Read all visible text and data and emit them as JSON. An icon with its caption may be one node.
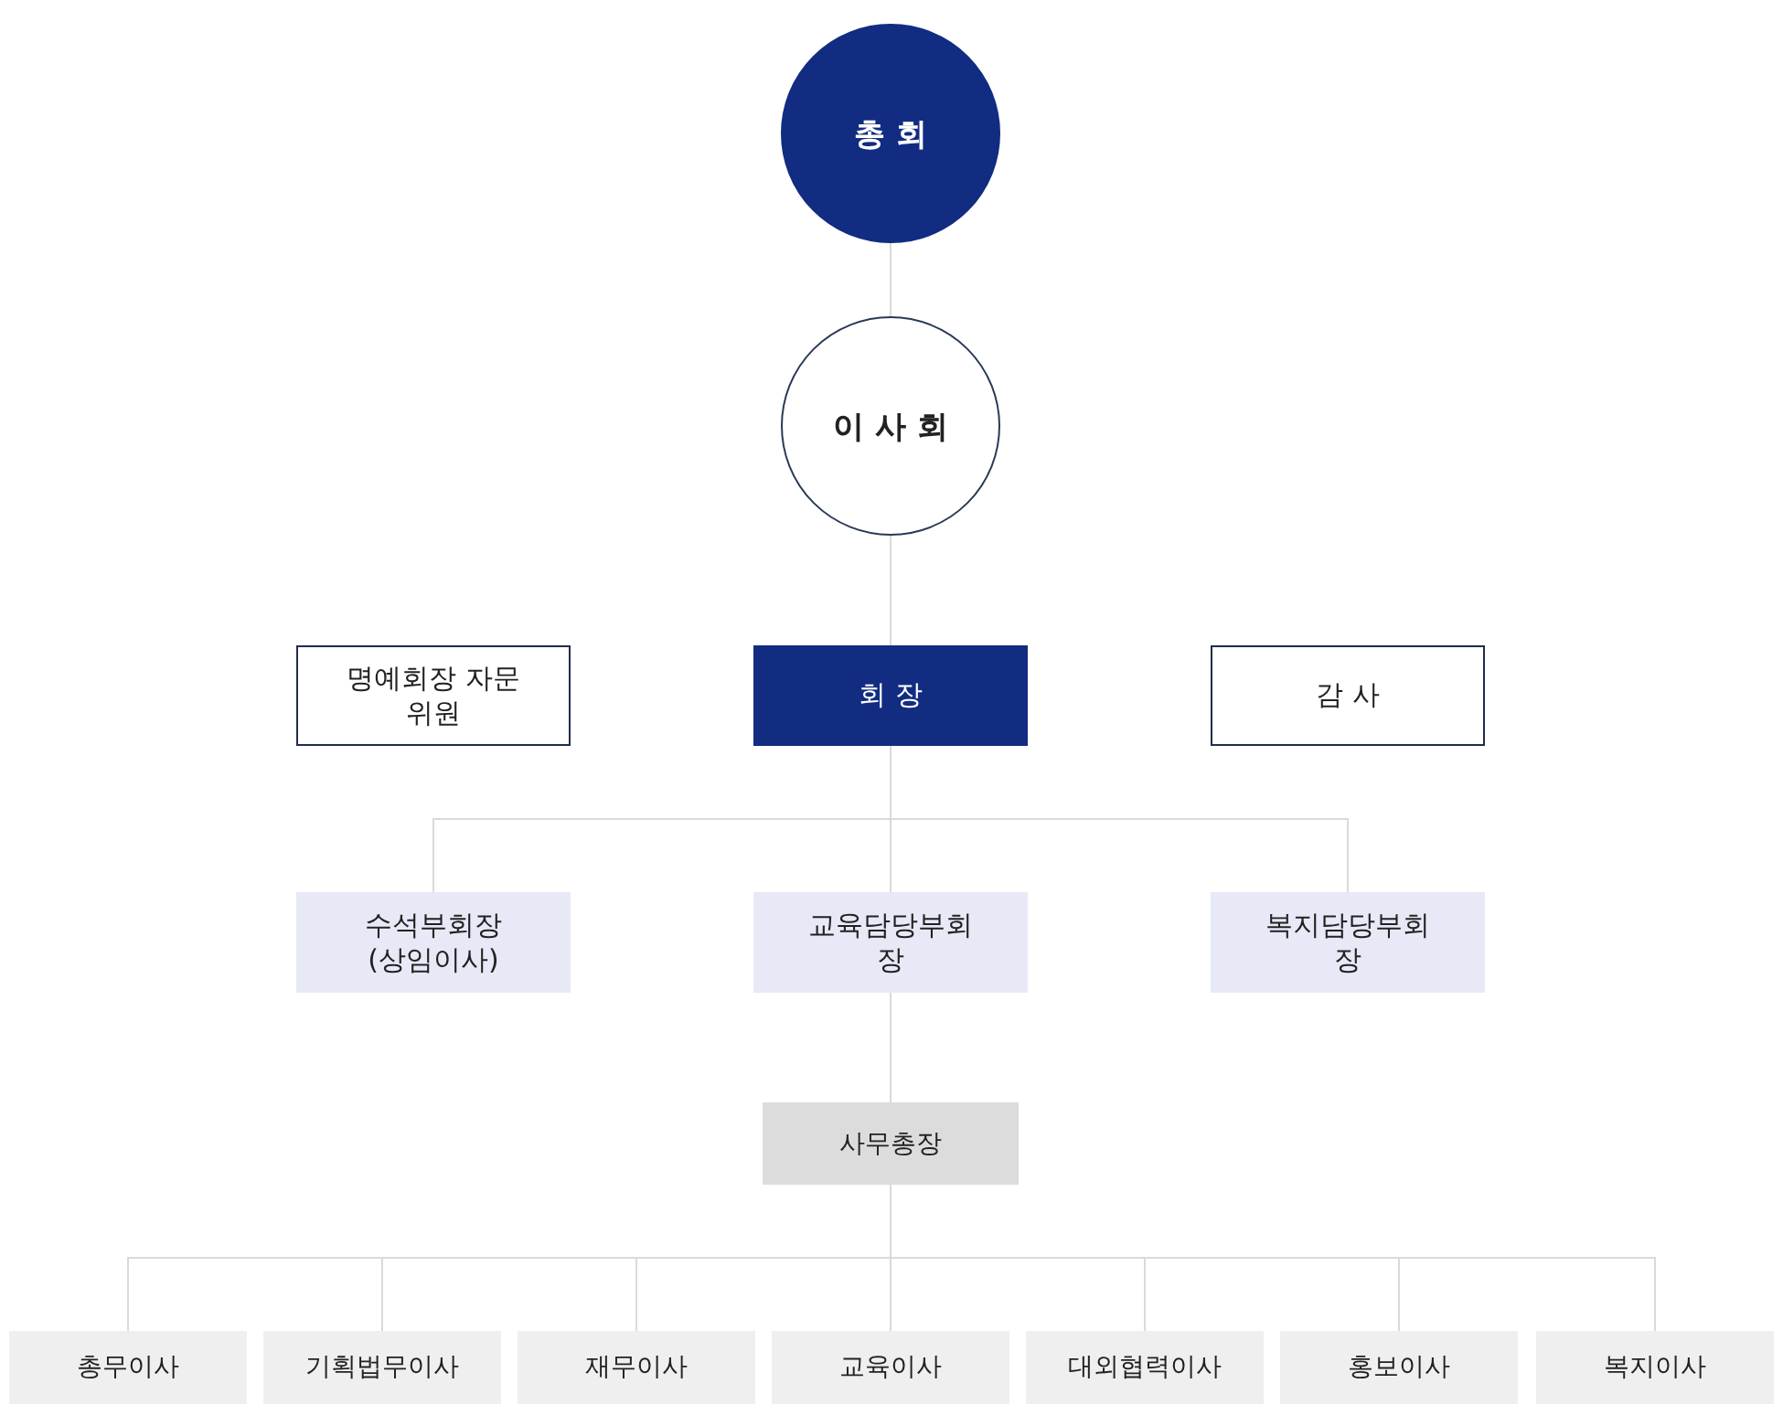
{
  "diagram": {
    "nodes": [
      {
        "text": [
          "총 회"
        ]
      },
      {
        "text": [
          "이 사 회"
        ]
      },
      {
        "text": [
          "명예회장 자문위원"
        ]
      },
      {
        "text": [
          "회 장"
        ]
      },
      {
        "text": [
          "감 사"
        ]
      },
      {
        "text": [
          "수석부회장 (상임이사)"
        ]
      },
      {
        "text": [
          "교육담당부회장"
        ]
      },
      {
        "text": [
          "복지담당부회장"
        ]
      },
      {
        "text": [
          "사무총장"
        ]
      },
      {
        "text": [
          "총무이사"
        ]
      },
      {
        "text": [
          "기획법무이사"
        ]
      },
      {
        "text": [
          "재무이사"
        ]
      },
      {
        "text": [
          "교육이사"
        ]
      },
      {
        "text": [
          "대외협력이사"
        ]
      },
      {
        "text": [
          "홍보이사"
        ]
      },
      {
        "text": [
          "복지이사"
        ]
      }
    ],
    "edges": [
      {
        "from": 0,
        "to": 1,
        "arrow": "none"
      },
      {
        "from": 1,
        "to": 3,
        "arrow": "none"
      },
      {
        "from": 3,
        "to": 5,
        "arrow": "none"
      },
      {
        "from": 3,
        "to": 6,
        "arrow": "none"
      },
      {
        "from": 3,
        "to": 7,
        "arrow": "none"
      },
      {
        "from": 6,
        "to": 8,
        "arrow": "none"
      },
      {
        "from": 8,
        "to": 9,
        "arrow": "none"
      },
      {
        "from": 8,
        "to": 10,
        "arrow": "none"
      },
      {
        "from": 8,
        "to": 11,
        "arrow": "none"
      },
      {
        "from": 8,
        "to": 12,
        "arrow": "none"
      },
      {
        "from": 8,
        "to": 13,
        "arrow": "none"
      },
      {
        "from": 8,
        "to": 14,
        "arrow": "none"
      },
      {
        "from": 8,
        "to": 15,
        "arrow": "none"
      }
    ]
  }
}
